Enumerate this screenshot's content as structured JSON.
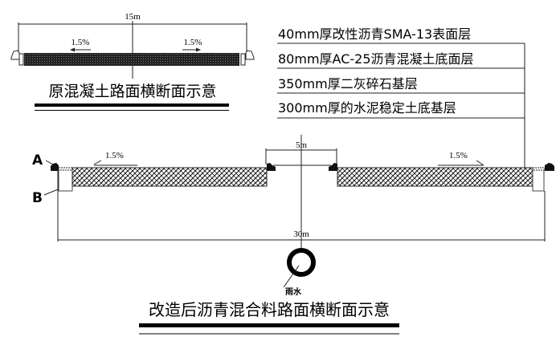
{
  "top_section": {
    "width_label": "15m",
    "slope_left": "1.5%",
    "slope_right": "1.5%",
    "title": "原混凝土路面横断面示意"
  },
  "layers": [
    {
      "label": "40mm厚改性沥青SMA-13表面层"
    },
    {
      "label": "80mm厚AC-25沥青混凝土底面层"
    },
    {
      "label": "350mm厚二灰碎石基层"
    },
    {
      "label": "300mm厚的水泥稳定土底基层"
    }
  ],
  "bottom_section": {
    "marker_a": "A",
    "marker_b": "B",
    "slope_left": "1.5%",
    "slope_right": "1.5%",
    "median_width_label": "5m",
    "total_width_label": "30m",
    "pipe_label": "雨水",
    "title": "改造后沥青混合料路面横断面示意"
  }
}
